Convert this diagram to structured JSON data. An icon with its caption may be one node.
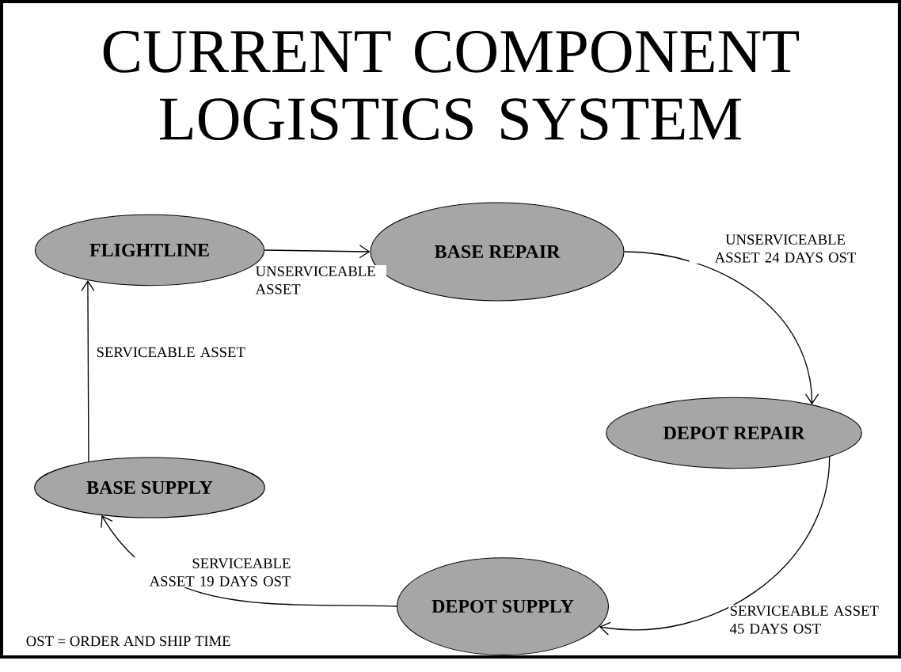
{
  "diagram": {
    "title": "CURRENT COMPONENT LOGISTICS SYSTEM",
    "nodes": [
      {
        "text": [
          "FLIGHTLINE"
        ]
      },
      {
        "text": [
          "BASE REPAIR"
        ]
      },
      {
        "text": [
          "DEPOT REPAIR"
        ]
      },
      {
        "text": [
          "DEPOT SUPPLY"
        ]
      },
      {
        "text": [
          "BASE SUPPLY"
        ]
      }
    ],
    "edges": [
      {
        "from": 0,
        "to": 1,
        "arrow": "to",
        "label": "UNSERVICEABLE ASSET"
      },
      {
        "from": 1,
        "to": 2,
        "arrow": "to",
        "label": "UNSERVICEABLE ASSET 24 DAYS OST"
      },
      {
        "from": 2,
        "to": 3,
        "arrow": "to",
        "label": "SERVICEABLE ASSET 45 DAYS OST"
      },
      {
        "from": 3,
        "to": 4,
        "arrow": "to",
        "label": "SERVICEABLE ASSET 19 DAYS OST"
      },
      {
        "from": 4,
        "to": 0,
        "arrow": "to",
        "label": "SERVICEABLE ASSET"
      }
    ],
    "labels": [
      "OST = ORDER AND SHIP TIME"
    ]
  }
}
